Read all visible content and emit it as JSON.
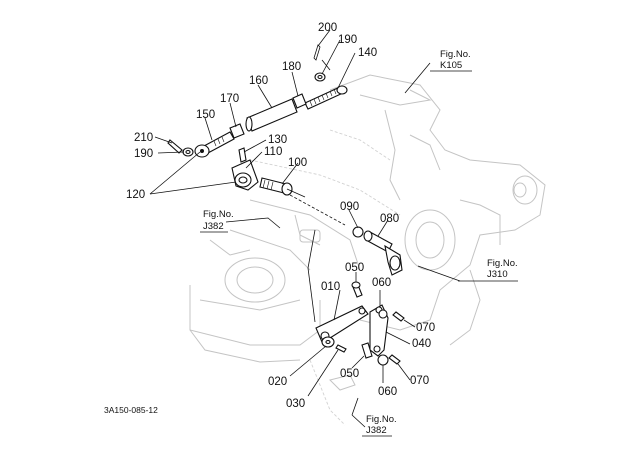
{
  "callouts": {
    "c200": "200",
    "c190a": "190",
    "c140": "140",
    "c180": "180",
    "c160": "160",
    "c170": "170",
    "c150": "150",
    "c210": "210",
    "c190b": "190",
    "c130": "130",
    "c110": "110",
    "c100": "100",
    "c120": "120",
    "c090": "090",
    "c080": "080",
    "c050a": "050",
    "c010": "010",
    "c060a": "060",
    "c070a": "070",
    "c040": "040",
    "c020": "020",
    "c030": "030",
    "c050b": "050",
    "c060b": "060",
    "c070b": "070"
  },
  "figrefs": {
    "k105": {
      "line1": "Fig.No.",
      "line2": "K105"
    },
    "j382a": {
      "line1": "Fig.No.",
      "line2": "J382"
    },
    "j310": {
      "line1": "Fig.No.",
      "line2": "J310"
    },
    "j382b": {
      "line1": "Fig.No.",
      "line2": "J382"
    }
  },
  "drawing_code": "3A150-085-12"
}
